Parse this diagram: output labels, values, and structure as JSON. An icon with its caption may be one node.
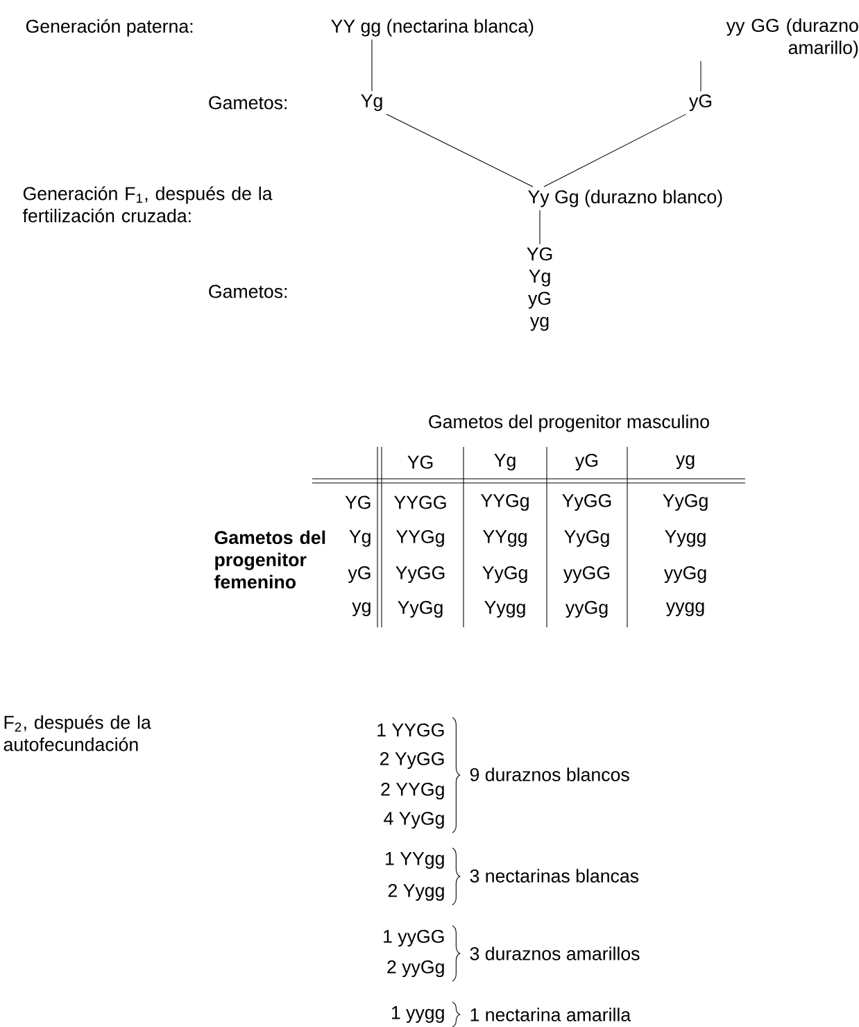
{
  "diagram": {
    "nodes": [
      {
        "text": [
          "YY gg (nectarina blanca)"
        ]
      },
      {
        "text": [
          "yy GG (durazno amarillo)"
        ]
      },
      {
        "text": [
          "Yg"
        ]
      },
      {
        "text": [
          "yG"
        ]
      },
      {
        "text": [
          "Yy Gg (durazno blanco)"
        ]
      },
      {
        "text": [
          "YG",
          "Yg",
          "yG",
          "yg"
        ]
      }
    ],
    "edges": [
      {
        "from": 0,
        "to": 2,
        "arrow": "none"
      },
      {
        "from": 1,
        "to": 3,
        "arrow": "none"
      },
      {
        "from": 2,
        "to": 4,
        "arrow": "none"
      },
      {
        "from": 3,
        "to": 4,
        "arrow": "none"
      },
      {
        "from": 4,
        "to": 5,
        "arrow": "none"
      }
    ],
    "labels": [
      "Generación paterna:",
      "Gametos:",
      "Generación F$_{1}$, después de la fertilización cruzada:",
      "Gametos:",
      "Gametos del progenitor masculino",
      "YG",
      "Yg",
      "yG",
      "yg",
      "YG",
      "YYGG",
      "YYGg",
      "YyGG",
      "YyGg",
      "Yg",
      "YYGg",
      "YYgg",
      "YyGg",
      "Yygg",
      "yG",
      "YyGG",
      "YyGg",
      "yyGG",
      "yyGg",
      "yg",
      "YyGg",
      "Yygg",
      "yyGg",
      "yygg",
      "Gametos del progenitor femenino",
      "F$_{2}$, después de la autofecundación",
      "1 YYGG",
      "2 YyGG",
      "2 YYGg",
      "4 YyGg",
      "9 duraznos blancos",
      "1 YYgg",
      "2 Yygg",
      "3 nectarinas blancas",
      "1 yyGG",
      "2 yyGg",
      "3 duraznos amarillos",
      "1 yygg",
      "1 nectarina amarilla"
    ]
  }
}
